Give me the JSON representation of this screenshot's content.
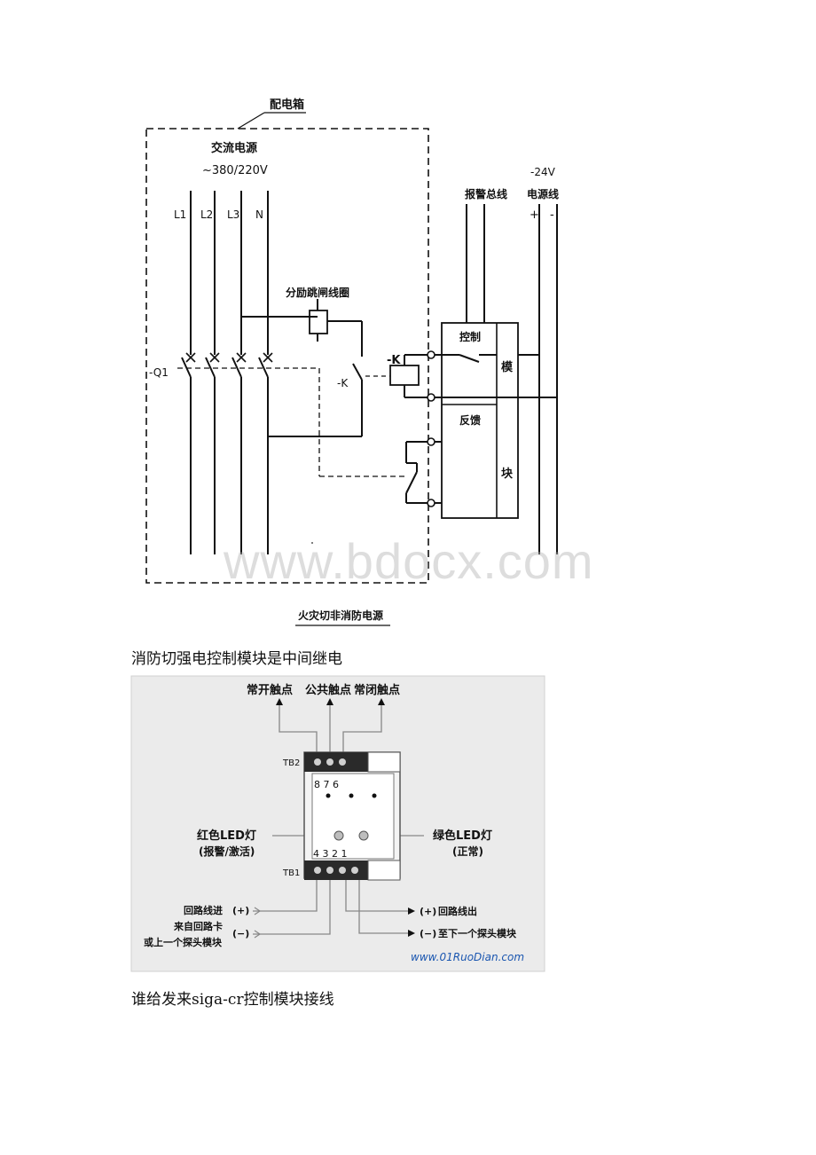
{
  "diagram1": {
    "box_label": "配电箱",
    "ac_source": "交流电源",
    "ac_voltage": "~380/220V",
    "phases": [
      "L1",
      "L2",
      "L3",
      "N"
    ],
    "breaker_label": "-Q1",
    "shunt_coil_label": "分励跳闸线圈",
    "relay_contact_label": "-K",
    "relay_coil_label": "-K",
    "alarm_bus_label": "报警总线",
    "power_voltage": "-24V",
    "power_line_label": "电源线",
    "power_plus": "+",
    "power_minus": "-",
    "control_label": "控制",
    "feedback_label": "反馈",
    "module_char_1": "模",
    "module_char_2": "块",
    "bottom_label": "火灾切非消防电源"
  },
  "watermark": "www.bdocx.com",
  "caption1": "消防切强电控制模块是中间继电",
  "diagram2": {
    "contact_no": "常开触点",
    "contact_common": "公共触点",
    "contact_nc": "常闭触点",
    "tb2": "TB2",
    "tb1": "TB1",
    "top_numbers": "8 7 6",
    "bottom_numbers": "4 3 2 1",
    "red_led_1": "红色LED灯",
    "red_led_2": "(报警/激活)",
    "green_led_1": "绿色LED灯",
    "green_led_2": "(正常)",
    "loop_in": "回路线进",
    "from_loop_card": "来自回路卡",
    "prev_module": "或上一个探头模块",
    "plus_in": "(+)",
    "minus_in": "(−)",
    "plus_out": "(+)",
    "minus_out": "(−)",
    "loop_out": "回路线出",
    "next_module": "至下一个探头模块",
    "site": "www.01RuoDian.com"
  },
  "caption2": "谁给发来siga-cr控制模块接线"
}
